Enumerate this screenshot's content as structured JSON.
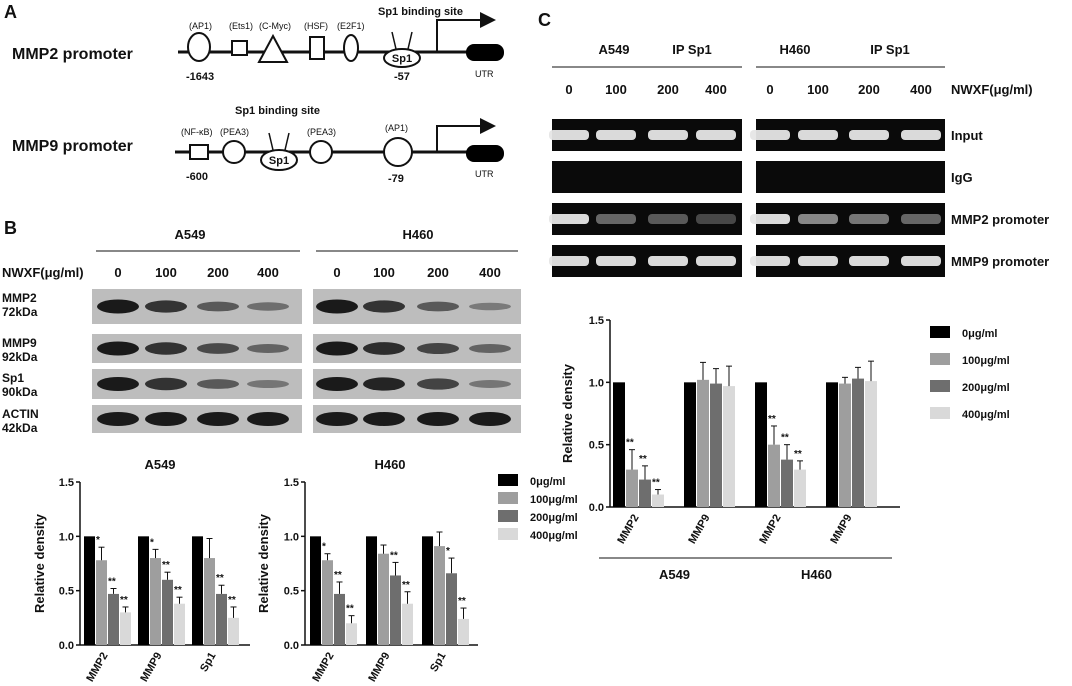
{
  "panel_labels": {
    "a": "A",
    "b": "B",
    "c": "C"
  },
  "panel_a": {
    "mmp2": {
      "title": "MMP2 promoter",
      "sites": [
        "(AP1)",
        "(Ets1)",
        "(C-Myc)",
        "(HSF)",
        "(E2F1)"
      ],
      "sp1_site": "Sp1 binding site",
      "sp1": "Sp1",
      "pos_left": "-1643",
      "pos_sp1": "-57",
      "utr": "UTR"
    },
    "mmp9": {
      "title": "MMP9 promoter",
      "sites": [
        "(NF-κB)",
        "(PEA3)",
        "(PEA3)",
        "(AP1)"
      ],
      "sp1_site": "Sp1 binding site",
      "sp1": "Sp1",
      "pos_left": "-600",
      "pos_ap1": "-79",
      "utr": "UTR"
    }
  },
  "panel_b": {
    "cell_lines": [
      "A549",
      "H460"
    ],
    "dose_label": "NWXF(μg/ml)",
    "doses": [
      "0",
      "100",
      "200",
      "400"
    ],
    "proteins": [
      {
        "name": "MMP2",
        "kda": "72kDa"
      },
      {
        "name": "MMP9",
        "kda": "92kDa"
      },
      {
        "name": "Sp1",
        "kda": "90kDa"
      },
      {
        "name": "ACTIN",
        "kda": "42kDa"
      }
    ],
    "blot_intensity": {
      "A549": [
        [
          1.0,
          0.78,
          0.47,
          0.3
        ],
        [
          1.0,
          0.8,
          0.6,
          0.38
        ],
        [
          1.0,
          0.8,
          0.47,
          0.25
        ],
        [
          1.0,
          1.0,
          1.0,
          1.0
        ]
      ],
      "H460": [
        [
          1.0,
          0.78,
          0.47,
          0.2
        ],
        [
          1.0,
          0.84,
          0.64,
          0.38
        ],
        [
          1.0,
          0.91,
          0.66,
          0.24
        ],
        [
          1.0,
          1.0,
          1.0,
          1.0
        ]
      ]
    }
  },
  "panel_c": {
    "cell_lines": [
      "A549",
      "H460"
    ],
    "ip_label": "IP  Sp1",
    "dose_label": "NWXF(μg/ml)",
    "doses": [
      "0",
      "100",
      "200",
      "400"
    ],
    "rows": [
      "Input",
      "IgG",
      "MMP2 promoter",
      "MMP9 promoter"
    ],
    "band_intensity": {
      "A549": [
        [
          1.0,
          1.0,
          1.0,
          1.0
        ],
        [
          0,
          0,
          0,
          0
        ],
        [
          1.0,
          0.3,
          0.22,
          0.1
        ],
        [
          1.0,
          1.0,
          1.0,
          1.0
        ]
      ],
      "H460": [
        [
          1.0,
          1.0,
          1.0,
          1.0
        ],
        [
          0,
          0,
          0,
          0
        ],
        [
          1.0,
          0.5,
          0.38,
          0.3
        ],
        [
          1.0,
          1.0,
          1.0,
          1.0
        ]
      ]
    }
  },
  "legend": [
    "0μg/ml",
    "100μg/ml",
    "200μg/ml",
    "400μg/ml"
  ],
  "colors": {
    "dose_0": "#000000",
    "dose_100": "#9e9e9e",
    "dose_200": "#6e6e6e",
    "dose_400": "#d9d9d9"
  },
  "chart_data": [
    {
      "id": "b-a549",
      "type": "bar",
      "title": "A549",
      "ylabel": "Relative density",
      "xlabel": "",
      "ylim": [
        0,
        1.5
      ],
      "yticks": [
        "0.0",
        "0.5",
        "1.0",
        "1.5"
      ],
      "categories": [
        "MMP2",
        "MMP9",
        "Sp1"
      ],
      "series": [
        {
          "name": "0μg/ml",
          "values": [
            1.0,
            1.0,
            1.0
          ],
          "errors": [
            0,
            0,
            0
          ],
          "sig": [
            "",
            "",
            ""
          ]
        },
        {
          "name": "100μg/ml",
          "values": [
            0.78,
            0.8,
            0.8
          ],
          "errors": [
            0.12,
            0.08,
            0.18
          ],
          "sig": [
            "*",
            "*",
            ""
          ]
        },
        {
          "name": "200μg/ml",
          "values": [
            0.47,
            0.6,
            0.47
          ],
          "errors": [
            0.05,
            0.07,
            0.08
          ],
          "sig": [
            "**",
            "**",
            "**"
          ]
        },
        {
          "name": "400μg/ml",
          "values": [
            0.3,
            0.38,
            0.25
          ],
          "errors": [
            0.05,
            0.06,
            0.1
          ],
          "sig": [
            "**",
            "**",
            "**"
          ]
        }
      ]
    },
    {
      "id": "b-h460",
      "type": "bar",
      "title": "H460",
      "ylabel": "Relative density",
      "xlabel": "",
      "ylim": [
        0,
        1.5
      ],
      "yticks": [
        "0.0",
        "0.5",
        "1.0",
        "1.5"
      ],
      "categories": [
        "MMP2",
        "MMP9",
        "Sp1"
      ],
      "series": [
        {
          "name": "0μg/ml",
          "values": [
            1.0,
            1.0,
            1.0
          ],
          "errors": [
            0,
            0,
            0
          ],
          "sig": [
            "",
            "",
            ""
          ]
        },
        {
          "name": "100μg/ml",
          "values": [
            0.78,
            0.84,
            0.91
          ],
          "errors": [
            0.06,
            0.08,
            0.13
          ],
          "sig": [
            "*",
            "",
            ""
          ]
        },
        {
          "name": "200μg/ml",
          "values": [
            0.47,
            0.64,
            0.66
          ],
          "errors": [
            0.11,
            0.12,
            0.14
          ],
          "sig": [
            "**",
            "**",
            "*"
          ]
        },
        {
          "name": "400μg/ml",
          "values": [
            0.2,
            0.38,
            0.24
          ],
          "errors": [
            0.07,
            0.11,
            0.1
          ],
          "sig": [
            "**",
            "**",
            "**"
          ]
        }
      ]
    },
    {
      "id": "c-chip",
      "type": "bar",
      "title": "",
      "ylabel": "Relative density",
      "xlabel": "",
      "ylim": [
        0,
        1.5
      ],
      "yticks": [
        "0.0",
        "0.5",
        "1.0",
        "1.5"
      ],
      "categories": [
        "MMP2",
        "MMP9",
        "MMP2",
        "MMP9"
      ],
      "groups": [
        {
          "label": "A549",
          "categories": [
            0,
            1
          ]
        },
        {
          "label": "H460",
          "categories": [
            2,
            3
          ]
        }
      ],
      "series": [
        {
          "name": "0μg/ml",
          "values": [
            1.0,
            1.0,
            1.0,
            1.0
          ],
          "errors": [
            0,
            0,
            0,
            0
          ],
          "sig": [
            "",
            "",
            "",
            ""
          ]
        },
        {
          "name": "100μg/ml",
          "values": [
            0.3,
            1.02,
            0.5,
            0.99
          ],
          "errors": [
            0.16,
            0.14,
            0.15,
            0.05
          ],
          "sig": [
            "**",
            "",
            "**",
            ""
          ]
        },
        {
          "name": "200μg/ml",
          "values": [
            0.22,
            0.99,
            0.38,
            1.03
          ],
          "errors": [
            0.11,
            0.12,
            0.12,
            0.09
          ],
          "sig": [
            "**",
            "",
            "**",
            ""
          ]
        },
        {
          "name": "400μg/ml",
          "values": [
            0.1,
            0.97,
            0.3,
            1.01
          ],
          "errors": [
            0.04,
            0.16,
            0.07,
            0.16
          ],
          "sig": [
            "**",
            "",
            "**",
            ""
          ]
        }
      ]
    }
  ]
}
